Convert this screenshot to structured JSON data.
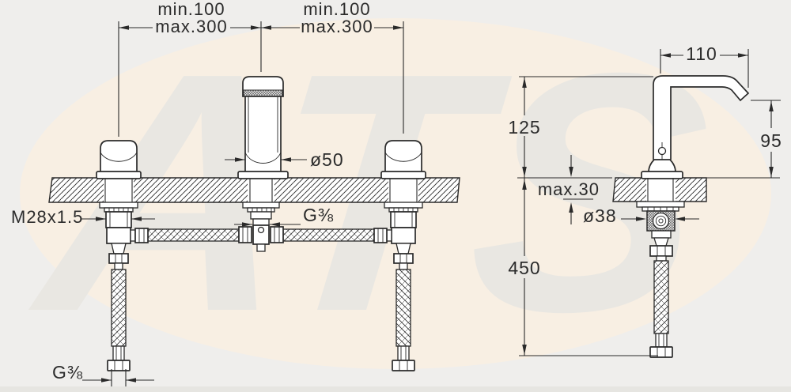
{
  "colors": {
    "page_bg": "#efeeec",
    "blob": "#f8efe3",
    "watermark": "#e9e7e2",
    "line": "#2a2a2a",
    "text": "#2b2b2b"
  },
  "watermark": {
    "text": "ATS"
  },
  "front_view": {
    "dim_left_spacing": {
      "line1": "min.100",
      "line2": "max.300"
    },
    "dim_right_spacing": {
      "line1": "min.100",
      "line2": "max.300"
    },
    "dim_spout_diameter": "ø50",
    "dim_valve_thread": "M28x1.5",
    "dim_hose_thread": "G⅜",
    "dim_hose_end_thread": "G⅜"
  },
  "side_view": {
    "dim_spout_reach": "110",
    "dim_spout_height": "125",
    "dim_outlet_height": "95",
    "dim_max_counter_thickness": "max.30",
    "dim_body_diameter": "ø38",
    "dim_hose_length": "450"
  }
}
